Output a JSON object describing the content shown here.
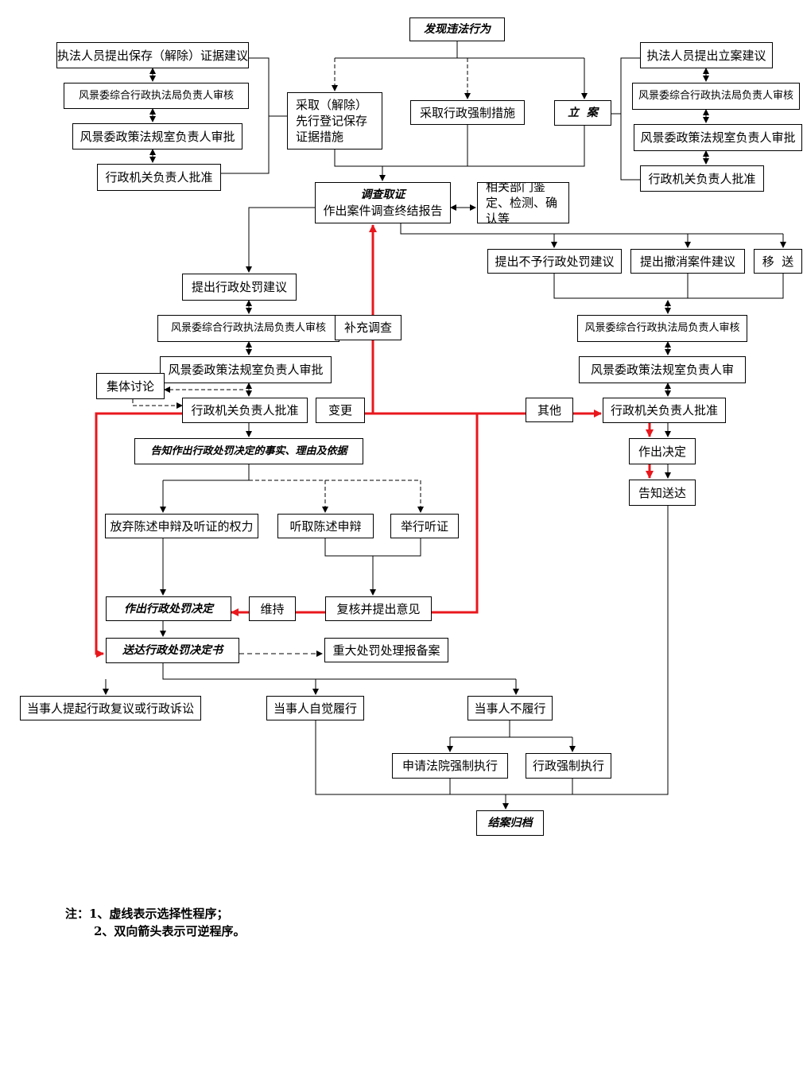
{
  "nodes": {
    "discover": "发现违法行为",
    "preserve_suggest": "执法人员提出保存（解除）证据建议",
    "preserve_review": "风景委综合行政执法局负责人审核",
    "preserve_approve": "风景委政策法规室负责人审批",
    "preserve_ratify": "行政机关负责人批准",
    "preserve_measure": "采取（解除）先行登记保存证据措施",
    "compulsory_measure": "采取行政强制措施",
    "file_case": "立  案",
    "case_suggest": "执法人员提出立案建议",
    "case_review": "风景委综合行政执法局负责人审核",
    "case_approve": "风景委政策法规室负责人审批",
    "case_ratify": "行政机关负责人批准",
    "investigate_title": "调查取证",
    "investigate_text": "作出案件调查终结报告",
    "appraisal": "相关部门鉴定、检测、确认等",
    "no_penalty": "提出不予行政处罚建议",
    "revoke_case": "提出撤消案件建议",
    "transfer": "移  送",
    "penalty_suggest": "提出行政处罚建议",
    "penalty_review": "风景委综合行政执法局负责人审核",
    "penalty_approve": "风景委政策法规室负责人审批",
    "group_discuss": "集体讨论",
    "penalty_ratify": "行政机关负责人批准",
    "supplement": "补充调查",
    "change": "变更",
    "other": "其他",
    "right_review": "风景委综合行政执法局负责人审核",
    "right_approve": "风景委政策法规室负责人审",
    "right_ratify": "行政机关负责人批准",
    "make_decision": "作出决定",
    "notify_deliver": "告知送达",
    "inform": "告知作出行政处罚决定的事实、理由及依据",
    "waive": "放弃陈述申辩及听证的权力",
    "hear_statement": "听取陈述申辩",
    "hold_hearing": "举行听证",
    "review_opinion": "复核并提出意见",
    "maintain": "维持",
    "penalty_decision": "作出行政处罚决定",
    "deliver_decision": "送达行政处罚决定书",
    "major_record": "重大处罚处理报备案",
    "appeal": "当事人提起行政复议或行政诉讼",
    "voluntary": "当事人自觉履行",
    "non_perform": "当事人不履行",
    "court_enforce": "申请法院强制执行",
    "admin_enforce": "行政强制执行",
    "archive": "结案归档"
  },
  "notes": {
    "line1": "注：1、虚线表示选择性程序；",
    "line2": "2、双向箭头表示可逆程序。"
  },
  "colors": {
    "line": "#000000",
    "highlight": "#e8171c"
  }
}
